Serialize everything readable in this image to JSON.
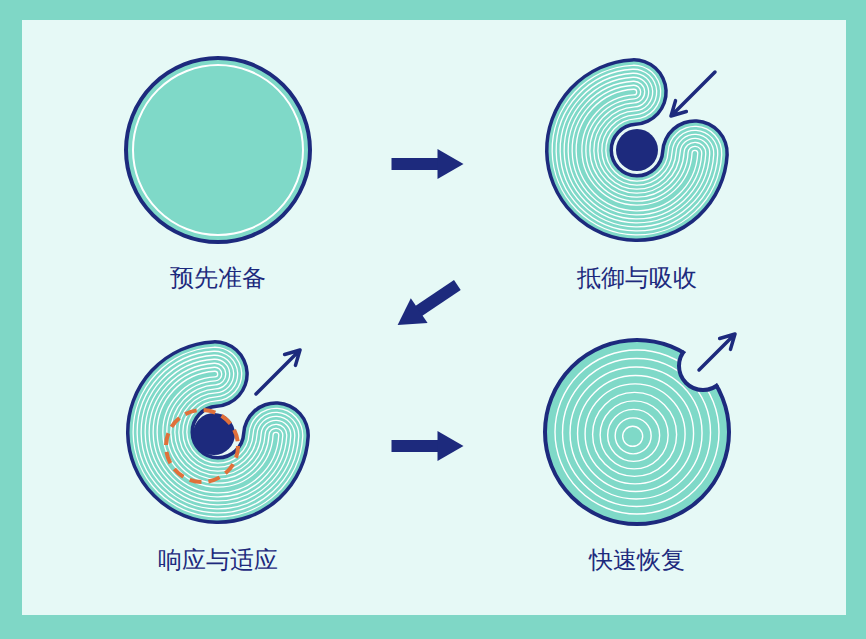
{
  "diagram": {
    "nodes": [
      {
        "text": [
          "预先准备"
        ]
      },
      {
        "text": [
          "抵御与吸收"
        ]
      },
      {
        "text": [
          "响应与适应"
        ]
      },
      {
        "text": [
          "快速恢复"
        ]
      }
    ],
    "edges": [
      {
        "from": 0,
        "to": 1,
        "arrow": "to"
      },
      {
        "from": 1,
        "to": 2,
        "arrow": "to"
      },
      {
        "from": 2,
        "to": 3,
        "arrow": "to"
      }
    ]
  }
}
